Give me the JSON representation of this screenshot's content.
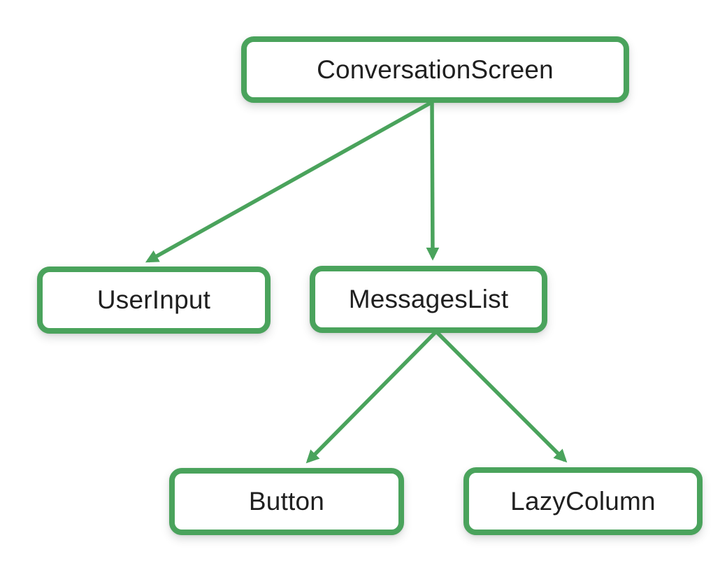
{
  "diagram": {
    "type": "tree",
    "accent_color": "#4aa35c",
    "text_color": "#1f1f1f",
    "background_color": "#ffffff",
    "nodes": {
      "conversation_screen": {
        "label": "ConversationScreen"
      },
      "user_input": {
        "label": "UserInput"
      },
      "messages_list": {
        "label": "MessagesList"
      },
      "button": {
        "label": "Button"
      },
      "lazy_column": {
        "label": "LazyColumn"
      }
    },
    "edges": [
      {
        "from": "ConversationScreen",
        "to": "UserInput"
      },
      {
        "from": "ConversationScreen",
        "to": "MessagesList"
      },
      {
        "from": "MessagesList",
        "to": "Button"
      },
      {
        "from": "MessagesList",
        "to": "LazyColumn"
      }
    ]
  }
}
